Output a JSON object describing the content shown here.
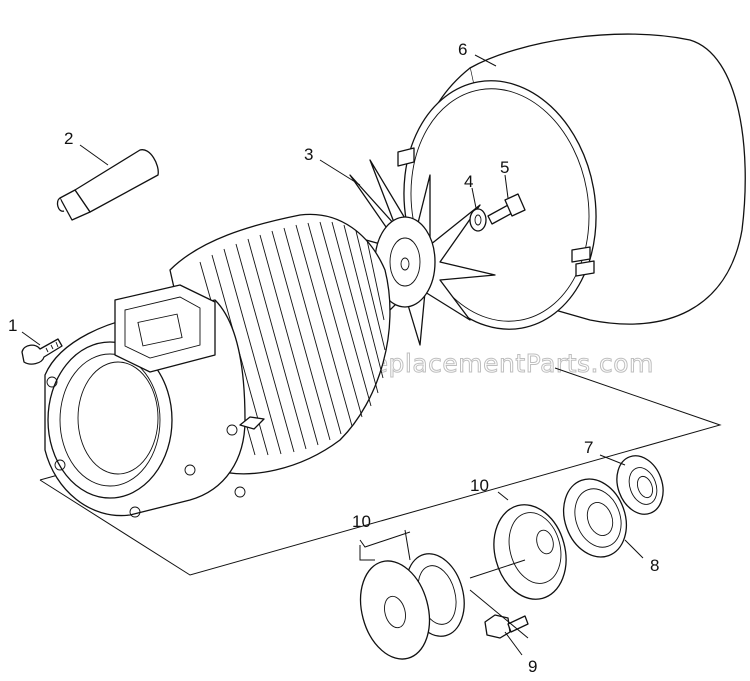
{
  "watermark": "eReplacementParts.com",
  "callouts": {
    "c1": "1",
    "c2": "2",
    "c3": "3",
    "c4": "4",
    "c5": "5",
    "c6": "6",
    "c7": "7",
    "c8": "8",
    "c9": "9",
    "c10a": "10",
    "c10b": "10"
  }
}
